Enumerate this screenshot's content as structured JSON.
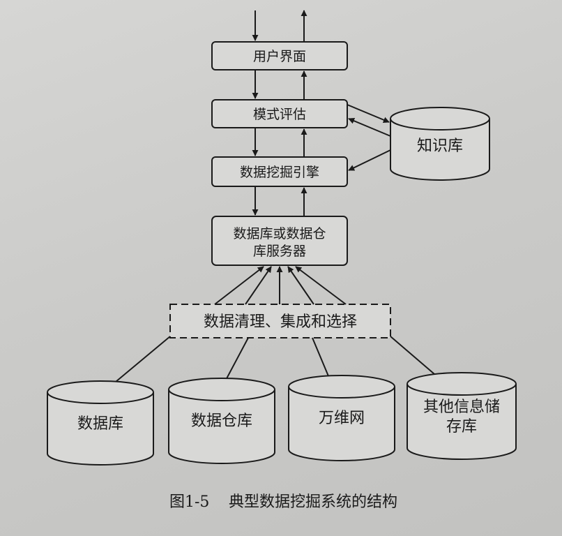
{
  "nodes": {
    "user_interface": "用户界面",
    "pattern_evaluation": "模式评估",
    "mining_engine": "数据挖掘引擎",
    "server": [
      "数据库或数据仓",
      "库服务器"
    ],
    "cleaning": "数据清理、集成和选择",
    "knowledge_base": "知识库",
    "database": "数据库",
    "data_warehouse": "数据仓库",
    "www": "万维网",
    "other_repos": [
      "其他信息储",
      "存库"
    ]
  },
  "caption": {
    "number": "图1-5",
    "title": "典型数据挖掘系统的结构"
  },
  "colors": {
    "stroke": "#1a1a1a",
    "box_fill": "#d8d8d6",
    "paper": "#cbcbc9"
  }
}
